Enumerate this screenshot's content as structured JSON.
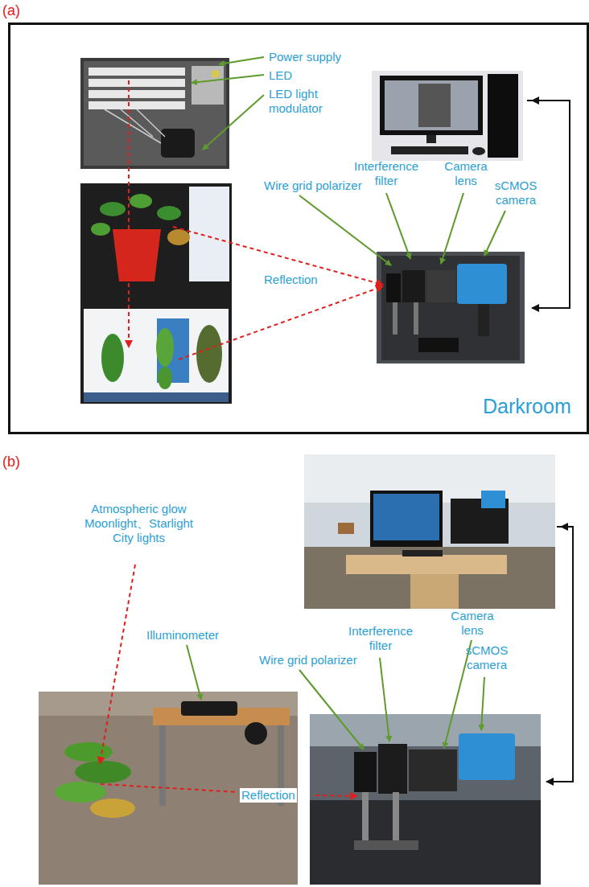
{
  "diagram": {
    "nodes": [
      {
        "text": [
          "Darkroom"
        ]
      }
    ],
    "labels": [
      "(a)",
      "Power supply",
      "LED",
      "LED light modulator",
      "Interference filter",
      "Camera lens",
      "Wire grid polarizer",
      "sCMOS camera",
      "Reflection",
      "(b)",
      "Atmospheric glow Moonlight、Starlight City lights",
      "Illuminometer",
      "Interference filter",
      "Camera lens",
      "Wire grid polarizer",
      "sCMOS camera",
      "Reflection"
    ]
  }
}
